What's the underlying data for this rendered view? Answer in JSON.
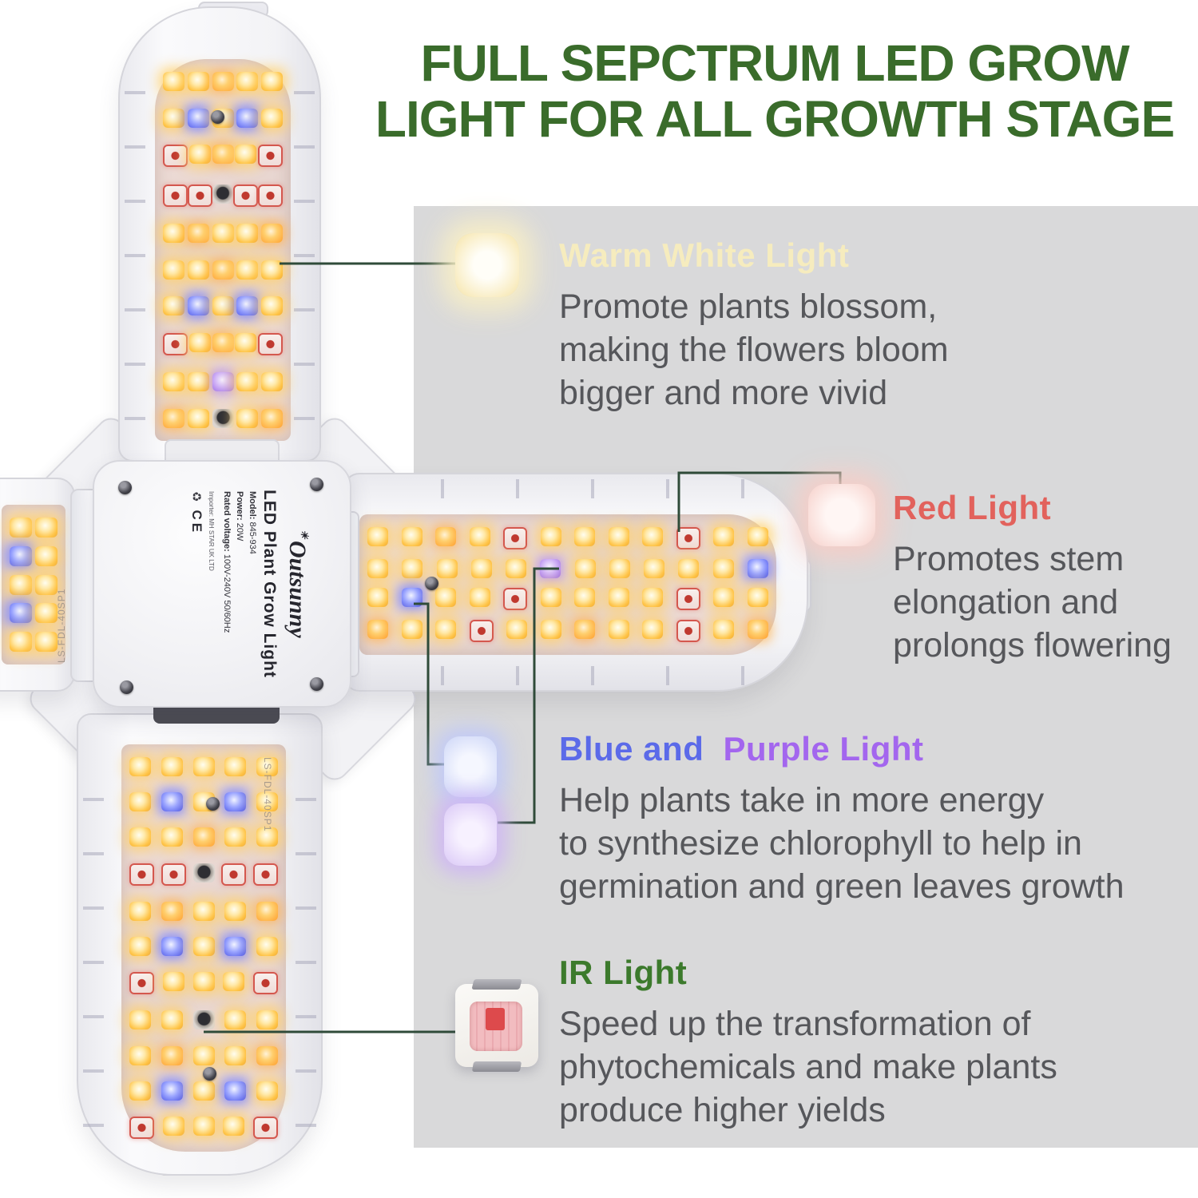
{
  "title": {
    "line1": "FULL SEPCTRUM LED GROW",
    "line2": "LIGHT FOR ALL GROWTH STAGE"
  },
  "sections": {
    "warm": {
      "title": "Warm White Light",
      "lines": [
        "Promote plants blossom,",
        "making the flowers bloom",
        "bigger and more vivid"
      ]
    },
    "red": {
      "title": "Red Light",
      "lines": [
        "Promotes stem",
        "elongation and",
        "prolongs flowering"
      ]
    },
    "blue_purple": {
      "title_blue": "Blue and",
      "title_purple": "Purple Light",
      "lines": [
        "Help plants take in more energy",
        "to synthesize chlorophyll to help in",
        "germination and green leaves growth"
      ]
    },
    "ir": {
      "title": "IR Light",
      "lines": [
        "Speed up the transformation of",
        "phytochemicals and make plants",
        "produce higher yields"
      ]
    }
  },
  "label": {
    "brand": "Outsunny",
    "product": "LED Plant Grow Light",
    "model_label": "Model:",
    "model_value": "845-934",
    "power_label": "Power:",
    "power_value": "20W",
    "voltage_label": "Rated voltage:",
    "voltage_value": "100V-240V 50/60Hz",
    "importer": "Importer: MH STAR UK LTD",
    "ce": "CE"
  },
  "icons": {
    "sun": "☀",
    "recycle": "♻"
  },
  "pcb": {
    "code": "LS-FDL-40SP1"
  },
  "colors": {
    "title_green": "#3a6c2b",
    "warm_title": "#f6ecbe",
    "red_title": "#e2625c",
    "blue_title": "#5b6ae9",
    "purple_title": "#a366ee",
    "ir_title": "#3c7a2c",
    "body_text": "#56575b",
    "panel_gray": "#d9d9da",
    "callout_line": "#2f4b39",
    "swatch_warm": "#f9edc4",
    "swatch_red": "#f6cfc9",
    "swatch_blue": "#ccd5f7",
    "swatch_purple": "#d9c7f6"
  },
  "lamp": {
    "palette": {
      "W": {
        "name": "warm-white-led",
        "bg": "radial-gradient(circle at 45% 40%, #fffdf0 0%, #ffe9a8 35%, #ffc549 70%, #f0a82e 100%)",
        "glow": "0 0 16px 5px rgba(255,210,110,0.9)"
      },
      "A": {
        "name": "amber-led",
        "bg": "radial-gradient(circle at 45% 40%, #fff3d8 0%, #ffcf6e 40%, #ff9f2e 100%)",
        "glow": "0 0 14px 4px rgba(255,180,80,0.8)"
      },
      "B": {
        "name": "blue-led",
        "bg": "radial-gradient(circle at 45% 40%, #f2f4ff 0%, #9aa4ff 45%, #4953e8 100%)",
        "glow": "0 0 14px 5px rgba(120,130,255,0.8)"
      },
      "P": {
        "name": "purple-led",
        "bg": "radial-gradient(circle at 45% 40%, #f6efff 0%, #cbaaf5 50%, #9a6ae0 100%)",
        "glow": "0 0 12px 4px rgba(180,140,240,0.7)"
      },
      "R": {
        "name": "red-led",
        "bg": "radial-gradient(circle at 50% 50%, #c0392f 0 26%, rgba(192,57,47,0) 30%), linear-gradient(180deg,#f8efec,#f0dcd8)",
        "glow": "0 0 6px 1px rgba(230,120,110,0.4)",
        "border": "2px solid #d4574e"
      },
      "D": {
        "name": "ir-led",
        "bg": "radial-gradient(circle at 50% 45%, #2e2e33 0 40%, #9a948e 46%, #ddd6d0 70%)",
        "glow": "none"
      }
    },
    "arms": {
      "top": {
        "rows": [
          "WWAWW",
          "WBWBW",
          "RWAWR",
          "RRDRR",
          "WAWWA",
          "WWAWW",
          "WBWBW",
          "RWAWR",
          "WWPWW",
          "AWDWA"
        ]
      },
      "right": {
        "rows": [
          "WWAWRWWWWRWW",
          "WWWWWPWWWWWB",
          "WBWWRWWWWRWW",
          "AWWRWWAWWRWA"
        ]
      },
      "bottom": {
        "rows": [
          "WWWWW",
          "WBWBW",
          "WWAWW",
          "RRDRR",
          "WAWWA",
          "WBWBW",
          "RWWWR",
          "WWDWW",
          "WAWWA",
          "WBWBW",
          "RWWWR"
        ]
      },
      "left": {
        "rows": [
          "WW",
          "BW",
          "WW",
          "BW",
          "WW"
        ]
      }
    }
  }
}
